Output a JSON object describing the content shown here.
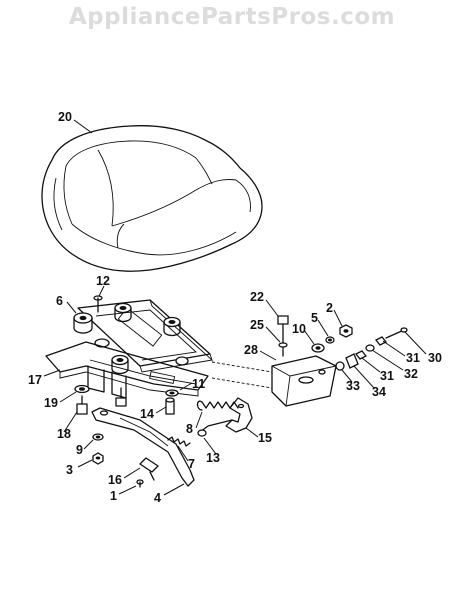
{
  "watermark": "AppliancePartsPros.com",
  "callouts": {
    "p20": "20",
    "p12": "12",
    "p6": "6",
    "p17": "17",
    "p19": "19",
    "p18": "18",
    "p9": "9",
    "p3": "3",
    "p16": "16",
    "p1": "1",
    "p4": "4",
    "p7": "7",
    "p14": "14",
    "p11": "11",
    "p8": "8",
    "p13": "13",
    "p15": "15",
    "p22": "22",
    "p25": "25",
    "p28": "28",
    "p10": "10",
    "p5": "5",
    "p2": "2",
    "p30": "30",
    "p31a": "31",
    "p32": "32",
    "p31b": "31",
    "p33": "33",
    "p34": "34"
  }
}
